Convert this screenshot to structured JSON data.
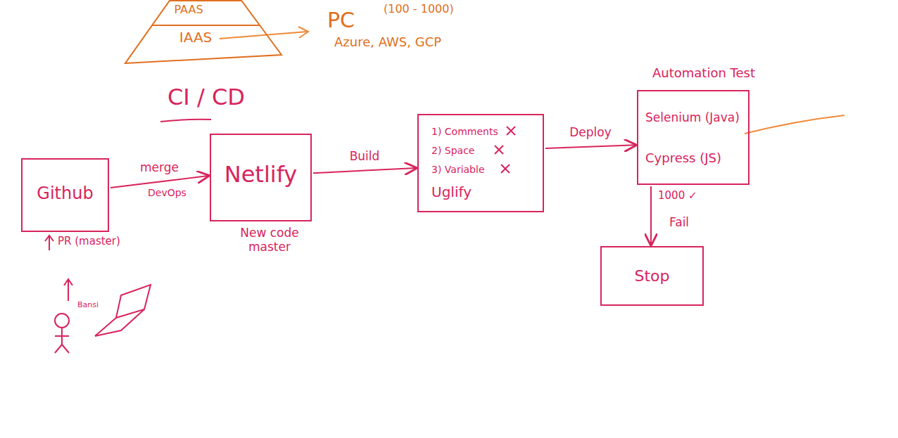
{
  "diagram": {
    "title": "CI / CD",
    "nodes": [
      {
        "text": [
          "PAAS",
          "IAAS"
        ]
      },
      {
        "text": [
          "Github",
          "PR (master)"
        ]
      },
      {
        "text": [
          "Netlify",
          "New code master"
        ]
      },
      {
        "text": [
          "1) Comments",
          "2) Space",
          "3) Variable",
          "Uglify"
        ]
      },
      {
        "text": [
          "Automation Test",
          "Selenium (Java)",
          "Cypress (JS)"
        ]
      },
      {
        "text": [
          "Stop"
        ]
      }
    ],
    "edges": [
      {
        "from": 1,
        "to": 2,
        "arrow": "to",
        "label": "merge"
      },
      {
        "from": 2,
        "to": 3,
        "arrow": "to",
        "label": "Build"
      },
      {
        "from": 3,
        "to": 4,
        "arrow": "to",
        "label": "Deploy"
      },
      {
        "from": 4,
        "to": 5,
        "arrow": "to",
        "label": "Fail"
      }
    ],
    "labels": [
      "PC",
      "(100 - 1000)",
      "Azure, AWS, GCP",
      "DevOps",
      "1000 ✓",
      "Bansi"
    ]
  }
}
